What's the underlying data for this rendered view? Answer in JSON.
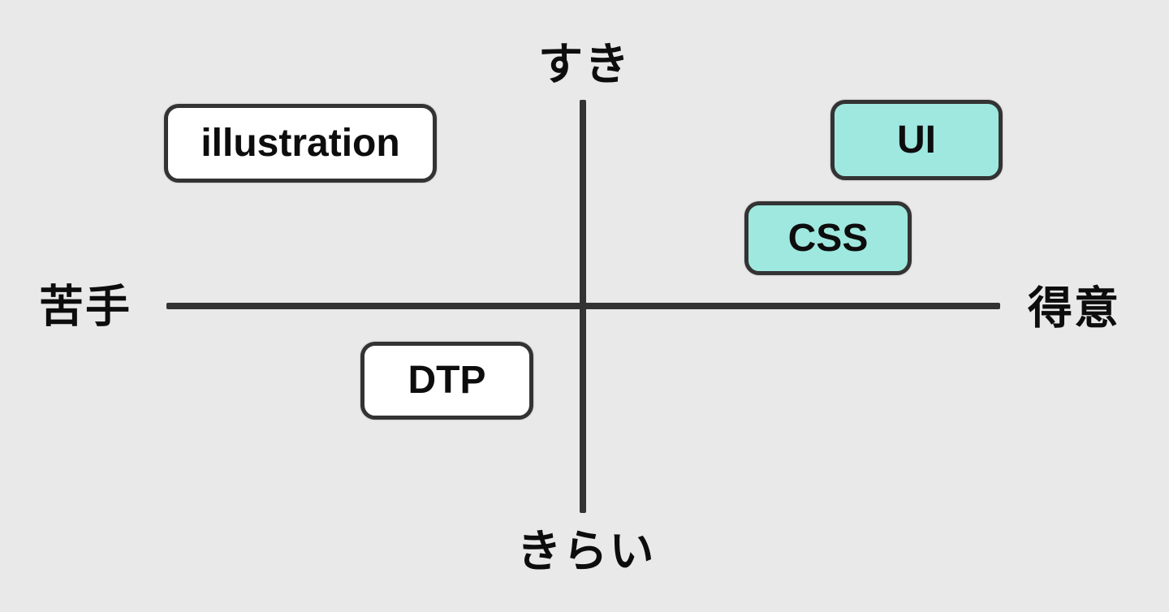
{
  "diagram": {
    "type": "quadrant-matrix",
    "axes": {
      "top_label": "すき",
      "bottom_label": "きらい",
      "left_label": "苦手",
      "right_label": "得意"
    },
    "items": [
      {
        "label": "illustration",
        "fill": "#ffffff",
        "quadrant": "top-left"
      },
      {
        "label": "UI",
        "fill": "#9fe8df",
        "quadrant": "top-right"
      },
      {
        "label": "CSS",
        "fill": "#9fe8df",
        "quadrant": "top-right"
      },
      {
        "label": "DTP",
        "fill": "#ffffff",
        "quadrant": "bottom-left"
      }
    ],
    "colors": {
      "background": "#e9e9e9",
      "axis": "#333333",
      "box_border": "#333333",
      "highlight_fill": "#9fe8df",
      "plain_fill": "#ffffff",
      "text": "#0d0d0d"
    }
  }
}
